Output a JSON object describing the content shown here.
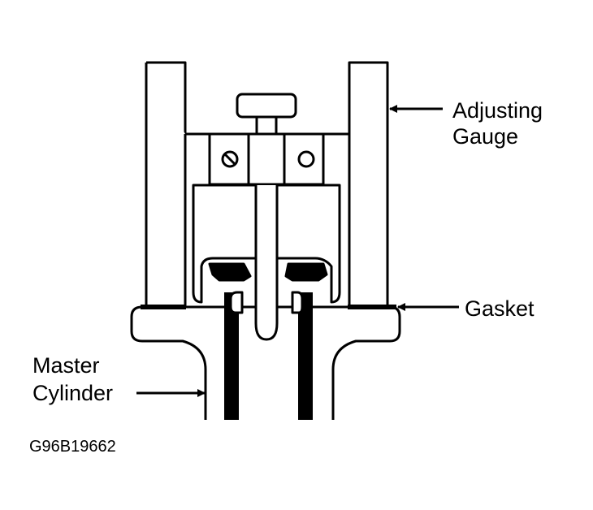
{
  "labels": {
    "adjusting_gauge": [
      "Adjusting",
      "Gauge"
    ],
    "gasket": "Gasket",
    "master_cylinder": [
      "Master",
      "Cylinder"
    ]
  },
  "figure_id": "G96B19662",
  "colors": {
    "ink": "#000000",
    "paper": "#ffffff"
  }
}
